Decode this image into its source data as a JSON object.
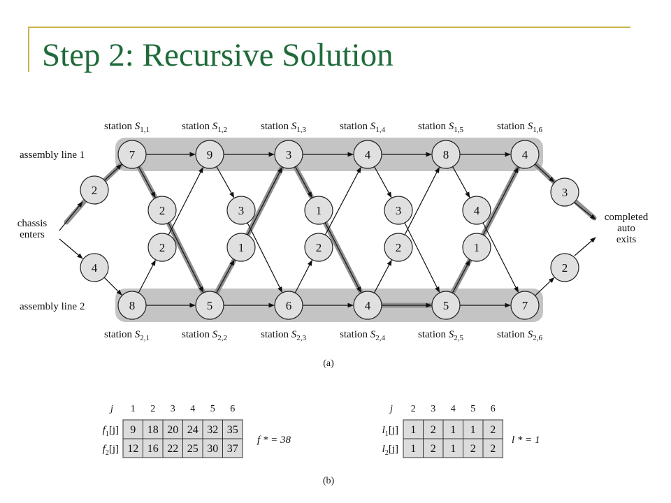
{
  "title": "Step 2: Recursive Solution",
  "colors": {
    "title": "#1f6b3a",
    "accent_line": "#c8b44a",
    "band": "#c4c4c4",
    "node": "#e0e0e0",
    "path": "#909090"
  },
  "diagram": {
    "caption_a": "(a)",
    "caption_b": "(b)",
    "line1_label": "assembly line 1",
    "line2_label": "assembly line 2",
    "enter_label": [
      "chassis",
      "enters"
    ],
    "exit_label": [
      "completed",
      "auto",
      "exits"
    ],
    "station_prefix": "station S",
    "line1_stations": [
      {
        "sub": "1,1",
        "cost": "7"
      },
      {
        "sub": "1,2",
        "cost": "9"
      },
      {
        "sub": "1,3",
        "cost": "3"
      },
      {
        "sub": "1,4",
        "cost": "4"
      },
      {
        "sub": "1,5",
        "cost": "8"
      },
      {
        "sub": "1,6",
        "cost": "4"
      }
    ],
    "line2_stations": [
      {
        "sub": "2,1",
        "cost": "8"
      },
      {
        "sub": "2,2",
        "cost": "5"
      },
      {
        "sub": "2,3",
        "cost": "6"
      },
      {
        "sub": "2,4",
        "cost": "4"
      },
      {
        "sub": "2,5",
        "cost": "5"
      },
      {
        "sub": "2,6",
        "cost": "7"
      }
    ],
    "entry_costs": {
      "line1": "2",
      "line2": "4"
    },
    "exit_costs": {
      "line1": "3",
      "line2": "2"
    },
    "transfer_1_to_2": [
      "2",
      "3",
      "1",
      "3",
      "4"
    ],
    "transfer_2_to_1": [
      "2",
      "1",
      "2",
      "2",
      "1"
    ]
  },
  "table_f": {
    "header_label": "j",
    "columns": [
      "1",
      "2",
      "3",
      "4",
      "5",
      "6"
    ],
    "rows": [
      {
        "label": "f",
        "sub": "1",
        "suffix": "[j]",
        "values": [
          "9",
          "18",
          "20",
          "24",
          "32",
          "35"
        ]
      },
      {
        "label": "f",
        "sub": "2",
        "suffix": "[j]",
        "values": [
          "12",
          "16",
          "22",
          "25",
          "30",
          "37"
        ]
      }
    ],
    "result": "f * = 38"
  },
  "table_l": {
    "header_label": "j",
    "columns": [
      "2",
      "3",
      "4",
      "5",
      "6"
    ],
    "rows": [
      {
        "label": "l",
        "sub": "1",
        "suffix": "[j]",
        "values": [
          "1",
          "2",
          "1",
          "1",
          "2"
        ]
      },
      {
        "label": "l",
        "sub": "2",
        "suffix": "[j]",
        "values": [
          "1",
          "2",
          "1",
          "2",
          "2"
        ]
      }
    ],
    "result": "l * = 1"
  }
}
